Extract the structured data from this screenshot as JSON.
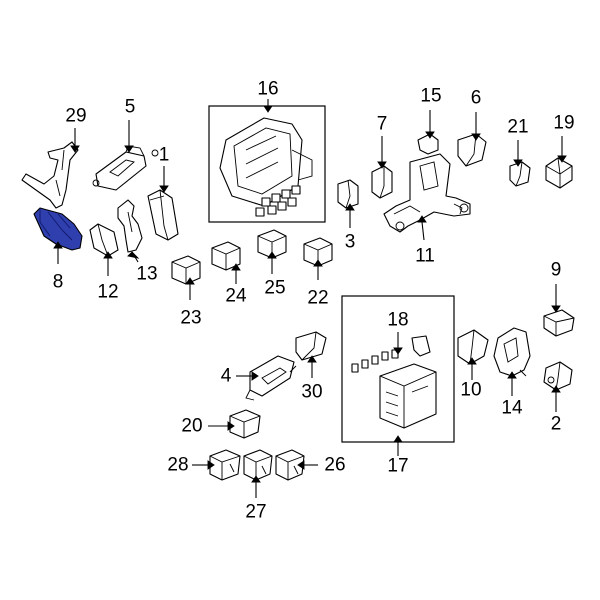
{
  "diagram": {
    "highlight_color": "#2f3fae",
    "callouts": {
      "c1": "1",
      "c2": "2",
      "c3": "3",
      "c4": "4",
      "c5": "5",
      "c6": "6",
      "c7": "7",
      "c8": "8",
      "c9": "9",
      "c10": "10",
      "c11": "11",
      "c12": "12",
      "c13": "13",
      "c14": "14",
      "c15": "15",
      "c16": "16",
      "c17": "17",
      "c18": "18",
      "c19": "19",
      "c20": "20",
      "c21": "21",
      "c22": "22",
      "c23": "23",
      "c24": "24",
      "c25": "25",
      "c26": "26",
      "c27": "27",
      "c28": "28",
      "c29": "29",
      "c30": "30"
    }
  }
}
